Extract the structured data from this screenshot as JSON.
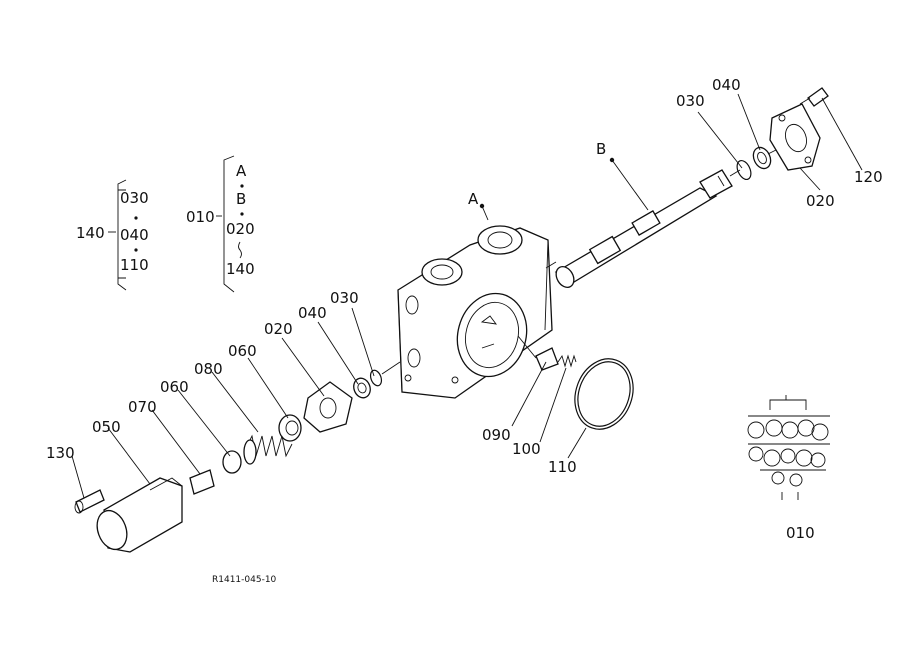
{
  "callouts": {
    "c030_top": "030",
    "c040_top": "040",
    "c120": "120",
    "c020_top": "020",
    "cB": "B",
    "cA": "A",
    "c030_mid": "030",
    "c040_mid": "040",
    "c020_mid": "020",
    "c060_a": "060",
    "c080": "080",
    "c060_b": "060",
    "c070": "070",
    "c050": "050",
    "c130": "130",
    "c090": "090",
    "c100": "100",
    "c110": "110",
    "c010_thumb": "010"
  },
  "kit_140": {
    "label": "140",
    "items": [
      "030",
      "040",
      "110"
    ]
  },
  "kit_010": {
    "label": "010",
    "items": [
      "A",
      "B",
      "020",
      "140"
    ]
  },
  "figure_code": "R1411-045-10"
}
